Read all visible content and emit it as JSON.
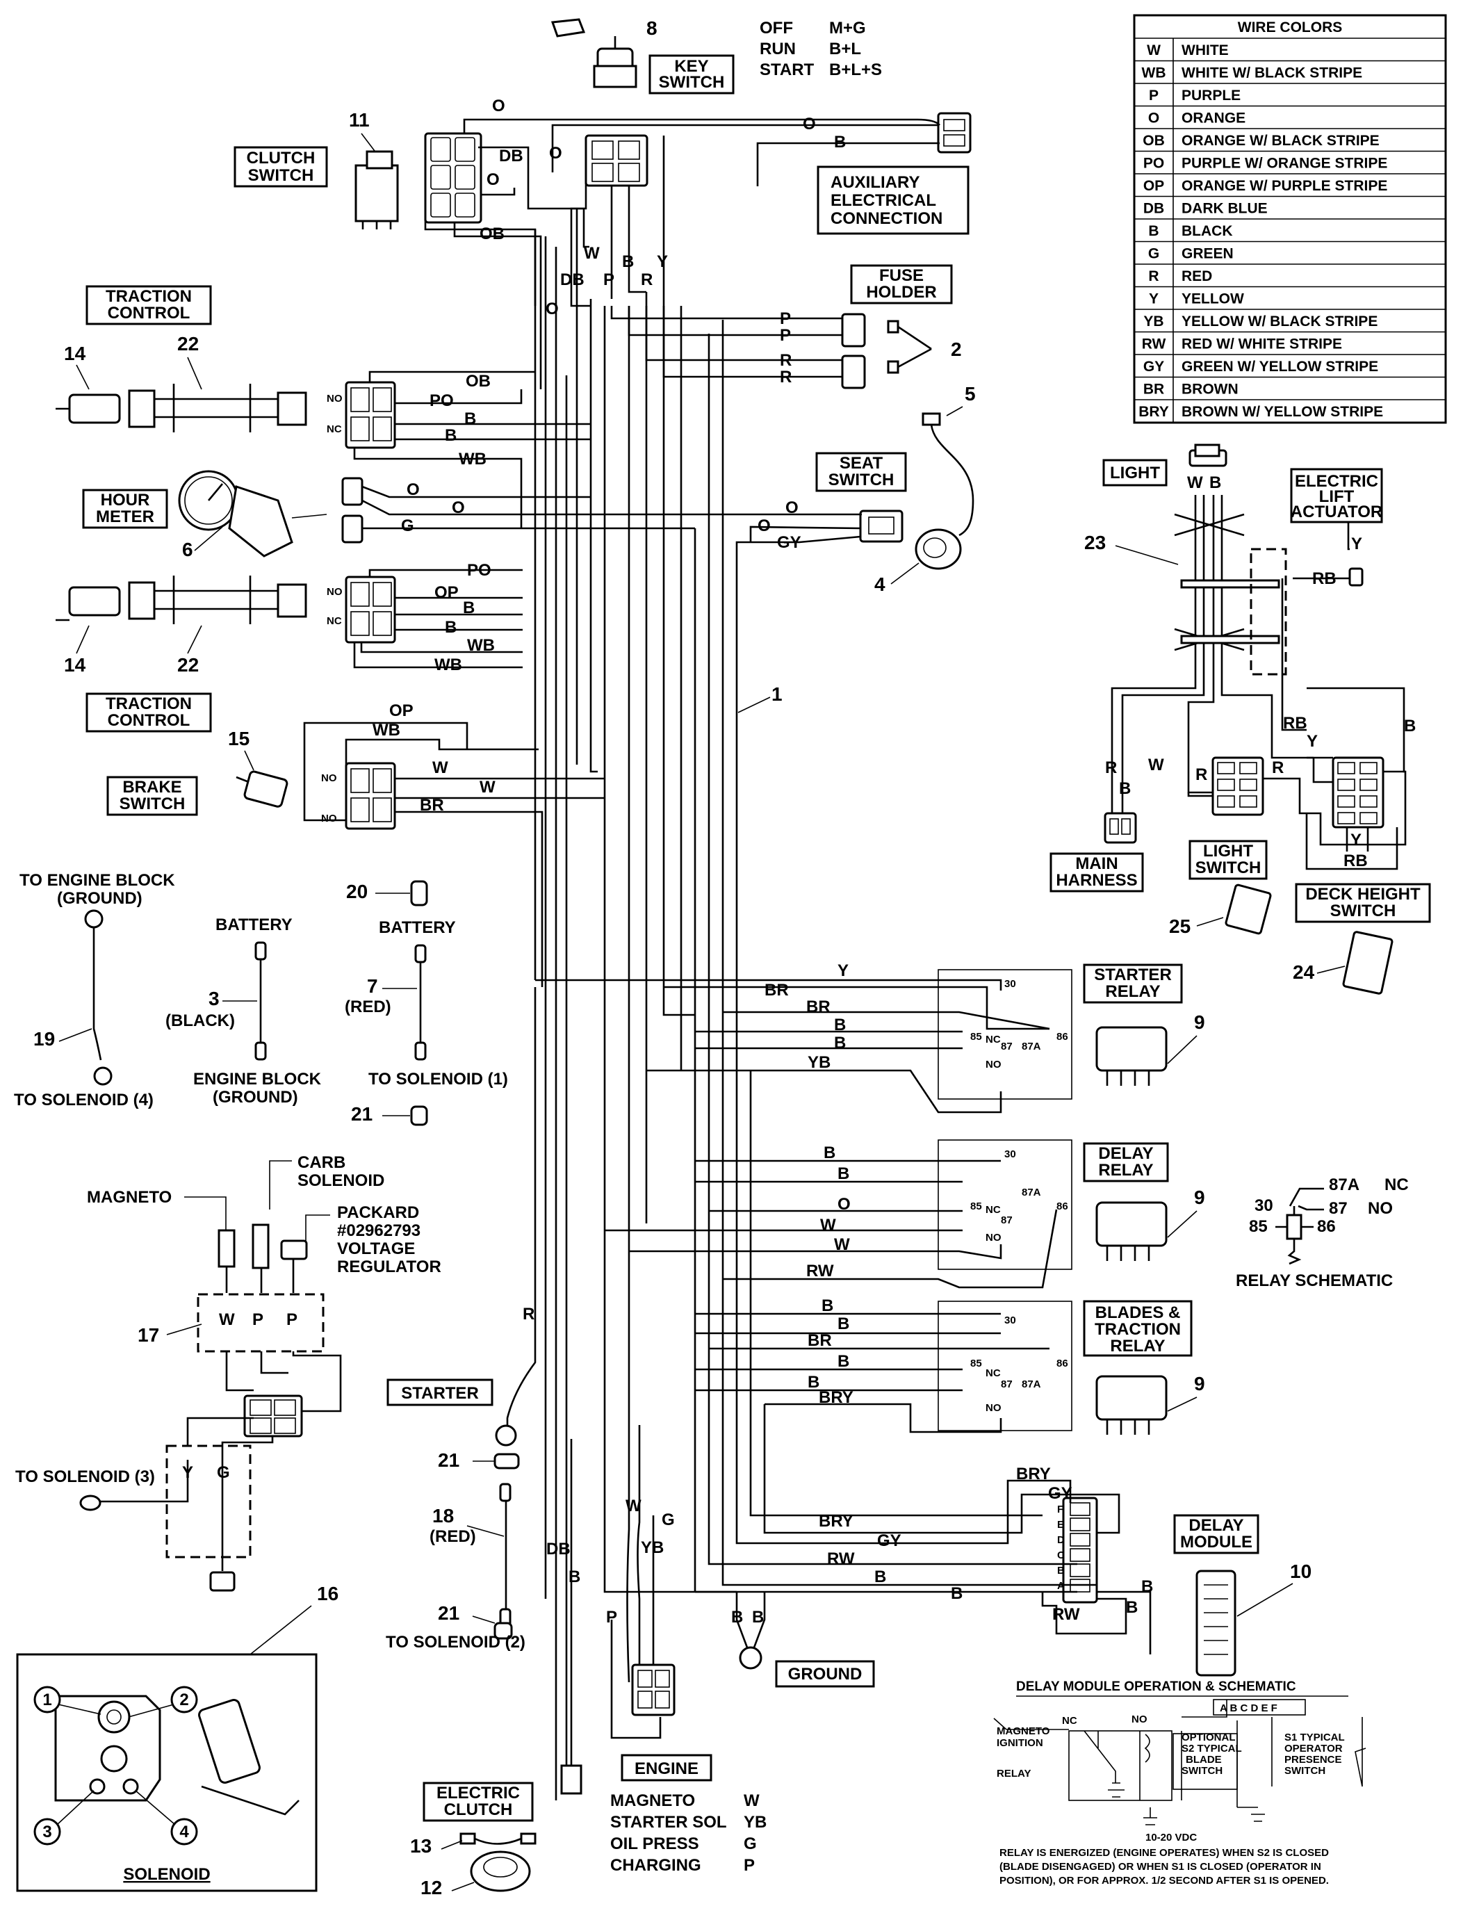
{
  "key_switch": {
    "title_l1": "KEY",
    "title_l2": "SWITCH",
    "item": "8",
    "pos_off": "OFF",
    "pos_off_val": "M+G",
    "pos_run": "RUN",
    "pos_run_val": "B+L",
    "pos_start": "START",
    "pos_start_val": "B+L+S"
  },
  "wire_colors": {
    "title": "WIRE COLORS",
    "rows": [
      {
        "code": "W",
        "name": "WHITE"
      },
      {
        "code": "WB",
        "name": "WHITE W/ BLACK STRIPE"
      },
      {
        "code": "P",
        "name": "PURPLE"
      },
      {
        "code": "O",
        "name": "ORANGE"
      },
      {
        "code": "OB",
        "name": "ORANGE W/ BLACK STRIPE"
      },
      {
        "code": "PO",
        "name": "PURPLE W/ ORANGE STRIPE"
      },
      {
        "code": "OP",
        "name": "ORANGE W/ PURPLE STRIPE"
      },
      {
        "code": "DB",
        "name": "DARK BLUE"
      },
      {
        "code": "B",
        "name": "BLACK"
      },
      {
        "code": "G",
        "name": "GREEN"
      },
      {
        "code": "R",
        "name": "RED"
      },
      {
        "code": "Y",
        "name": "YELLOW"
      },
      {
        "code": "YB",
        "name": "YELLOW W/ BLACK STRIPE"
      },
      {
        "code": "RW",
        "name": "RED W/ WHITE STRIPE"
      },
      {
        "code": "GY",
        "name": "GREEN W/ YELLOW STRIPE"
      },
      {
        "code": "BR",
        "name": "BROWN"
      },
      {
        "code": "BRY",
        "name": "BROWN W/ YELLOW STRIPE"
      }
    ]
  },
  "components": {
    "clutch_switch": {
      "l1": "CLUTCH",
      "l2": "SWITCH",
      "item": "11"
    },
    "aux_connection": {
      "l1": "AUXILIARY",
      "l2": "ELECTRICAL",
      "l3": "CONNECTION"
    },
    "fuse_holder": {
      "l1": "FUSE",
      "l2": "HOLDER",
      "item": "2"
    },
    "traction_control_top": {
      "l1": "TRACTION",
      "l2": "CONTROL",
      "item_a": "14",
      "item_b": "22"
    },
    "hour_meter": {
      "l1": "HOUR",
      "l2": "METER",
      "item": "6"
    },
    "seat_switch": {
      "l1": "SEAT",
      "l2": "SWITCH",
      "item_a": "5",
      "item_b": "4"
    },
    "traction_control_bottom": {
      "l1": "TRACTION",
      "l2": "CONTROL",
      "item_a": "14",
      "item_b": "22"
    },
    "brake_switch": {
      "l1": "BRAKE",
      "l2": "SWITCH",
      "item": "15"
    },
    "main_harness_item": "1",
    "light": {
      "label": "LIGHT",
      "item": "23"
    },
    "electric_lift_actuator": {
      "l1": "ELECTRIC",
      "l2": "LIFT",
      "l3": "ACTUATOR"
    },
    "main_harness": {
      "l1": "MAIN",
      "l2": "HARNESS"
    },
    "light_switch": {
      "l1": "LIGHT",
      "l2": "SWITCH",
      "item": "25"
    },
    "deck_height_switch": {
      "l1": "DECK HEIGHT",
      "l2": "SWITCH",
      "item": "24"
    },
    "starter_relay": {
      "l1": "STARTER",
      "l2": "RELAY",
      "item": "9"
    },
    "delay_relay": {
      "l1": "DELAY",
      "l2": "RELAY",
      "item": "9"
    },
    "blades_traction_relay": {
      "l1": "BLADES &",
      "l2": "TRACTION",
      "l3": "RELAY",
      "item": "9"
    },
    "delay_module": {
      "l1": "DELAY",
      "l2": "MODULE",
      "item": "10"
    },
    "starter": {
      "label": "STARTER"
    },
    "ground": {
      "label": "GROUND"
    },
    "engine": {
      "label": "ENGINE"
    },
    "electric_clutch": {
      "l1": "ELECTRIC",
      "l2": "CLUTCH",
      "item_a": "13",
      "item_b": "12"
    },
    "solenoid": {
      "label": "SOLENOID",
      "item": "16"
    }
  },
  "battery": {
    "to_engine_block": "TO ENGINE BLOCK",
    "ground": "(GROUND)",
    "battery_label": "BATTERY",
    "black_cable_item": "3",
    "black": "(BLACK)",
    "engine_block": "ENGINE BLOCK",
    "engine_ground": "(GROUND)",
    "item_20": "20",
    "battery_label_2": "BATTERY",
    "red_cable_item": "7",
    "red": "(RED)",
    "to_solenoid_1": "TO SOLENOID (1)",
    "to_solenoid_4": "TO SOLENOID (4)",
    "item_19": "19",
    "item_21": "21"
  },
  "engine_harness": {
    "magneto": "MAGNETO",
    "carb_l1": "CARB",
    "carb_l2": "SOLENOID",
    "packard_l1": "PACKARD",
    "packard_l2": "#02962793",
    "packard_l3": "VOLTAGE",
    "packard_l4": "REGULATOR",
    "item_17": "17",
    "to_solenoid_3": "TO SOLENOID (3)"
  },
  "starter_cable": {
    "item_21a": "21",
    "item_18": "18",
    "red": "(RED)",
    "item_21b": "21",
    "to_solenoid_2": "TO SOLENOID (2)"
  },
  "engine_table": [
    {
      "name": "MAGNETO",
      "code": "W"
    },
    {
      "name": "STARTER SOL",
      "code": "YB"
    },
    {
      "name": "OIL PRESS",
      "code": "G"
    },
    {
      "name": "CHARGING",
      "code": "P"
    }
  ],
  "relay_schematic": {
    "title": "RELAY SCHEMATIC",
    "t30": "30",
    "t87a": "87A",
    "nc": "NC",
    "t87": "87",
    "no": "NO",
    "t85": "85",
    "t86": "86"
  },
  "delay_module_schematic": {
    "title": "DELAY MODULE OPERATION & SCHEMATIC",
    "pins": "A B C D E F",
    "nc": "NC",
    "no": "NO",
    "magneto_l1": "MAGNETO",
    "magneto_l2": "IGNITION",
    "relay": "RELAY",
    "optional_l1": "OPTIONAL",
    "optional_l2": "S2 TYPICAL",
    "optional_l3": "BLADE",
    "optional_l4": "SWITCH",
    "s1_l1": "S1 TYPICAL",
    "s1_l2": "OPERATOR",
    "s1_l3": "PRESENCE",
    "s1_l4": "SWITCH",
    "voltage": "10-20 VDC",
    "note_l1": "RELAY IS ENERGIZED (ENGINE OPERATES) WHEN S2 IS CLOSED",
    "note_l2": "(BLADE DISENGAGED) OR WHEN S1 IS CLOSED (OPERATOR IN",
    "note_l3": "POSITION), OR FOR APPROX. 1/2 SECOND AFTER S1 IS OPENED."
  },
  "solenoid_terminals": [
    "1",
    "2",
    "3",
    "4"
  ],
  "relay_pin_labels": {
    "p30": "30",
    "p85": "85",
    "p86": "86",
    "p87": "87",
    "p87a": "87A",
    "nc": "NC",
    "no": "NO"
  },
  "switch_labels": {
    "no": "NO",
    "nc": "NC"
  },
  "module_pins": [
    "A",
    "B",
    "C",
    "D",
    "E",
    "F"
  ],
  "wire_labels": {
    "o1": "O",
    "o2": "O",
    "b_aux": "B",
    "db_clutch": "DB",
    "o_clutch": "O",
    "o_small": "O",
    "ob_clutch": "OB",
    "w_v": "W",
    "db_v": "DB",
    "p_v": "P",
    "b_v": "B",
    "r_v": "R",
    "y_v": "Y",
    "o_v": "O",
    "fp1": "P",
    "fp2": "P",
    "fr1": "R",
    "fr2": "R",
    "ob_t": "OB",
    "po_t": "PO",
    "b_t1": "B",
    "b_t2": "B",
    "wb_t": "WB",
    "hm_o1": "O",
    "hm_o2": "O",
    "hm_g": "G",
    "ss_o": "O",
    "ss_o2": "O",
    "ss_gy": "GY",
    "po_b": "PO",
    "op_b": "OP",
    "b_b1": "B",
    "b_b2": "B",
    "wb_b": "WB",
    "wb_b2": "WB",
    "op_br": "OP",
    "wb_br": "WB",
    "w_br1": "W",
    "w_br2": "W",
    "br_br": "BR",
    "light_w": "W",
    "light_b": "B",
    "lift_y": "Y",
    "lift_rb": "RB",
    "mh_r": "R",
    "mh_b": "B",
    "ls_w": "W",
    "ls_r": "R",
    "ls_r2": "R",
    "dh_rb": "RB",
    "dh_y": "Y",
    "dh_b": "B",
    "dh_y2": "Y",
    "dh_rb2": "RB",
    "sr_y": "Y",
    "sr_br": "BR",
    "sr_br2": "BR",
    "sr_b1": "B",
    "sr_b2": "B",
    "sr_yb": "YB",
    "dr_b1": "B",
    "dr_b2": "B",
    "dr_o": "O",
    "dr_w1": "W",
    "dr_w2": "W",
    "dr_rw": "RW",
    "bt_b1": "B",
    "bt_b2": "B",
    "bt_br": "BR",
    "bt_b3": "B",
    "bt_b4": "B",
    "bt_bry": "BRY",
    "dm_bry": "BRY",
    "dm_gy": "GY",
    "dm_bry2": "BRY",
    "dm_gy2": "GY",
    "dm_rw": "RW",
    "dm_b": "B",
    "dm_b2": "B",
    "dm_rw2": "RW",
    "dm_b3": "B",
    "dm_b4": "B",
    "st_r": "R",
    "eng_db": "DB",
    "eng_b": "B",
    "eng_w": "W",
    "eng_yb": "YB",
    "eng_g": "G",
    "eng_p": "P",
    "gnd_b1": "B",
    "gnd_b2": "B",
    "e17_w": "W",
    "e17_p1": "P",
    "e17_p2": "P",
    "e3_y": "Y",
    "e3_g": "G"
  }
}
